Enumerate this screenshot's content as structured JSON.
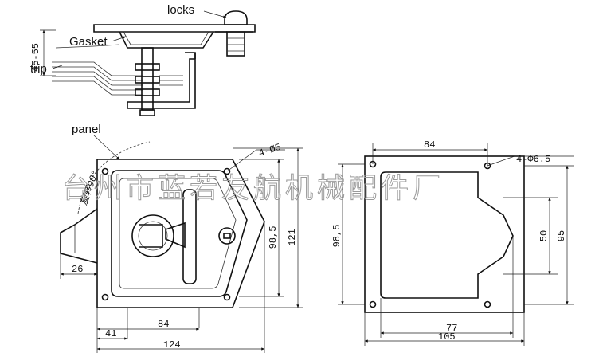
{
  "callouts": {
    "locks": "locks",
    "gasket": "Gasket",
    "trip": "trip",
    "panel": "panel"
  },
  "side_view": {
    "thickness_range": "45-55"
  },
  "front_view": {
    "holes": "4-Ø5",
    "rotation": "旋转90°",
    "width_inner": "84",
    "width_overall": "124",
    "offset_left": "41",
    "handle_depth": "26",
    "height_inner": "98,5",
    "height_overall": "121"
  },
  "cutout_view": {
    "holes": "4-Φ6.5",
    "width_top": "84",
    "width_bottom": "105",
    "width_inner": "77",
    "height_left": "98,5",
    "height_notch": "50",
    "height_right": "95"
  },
  "watermark": "台州市蓝若友航机械配件厂"
}
